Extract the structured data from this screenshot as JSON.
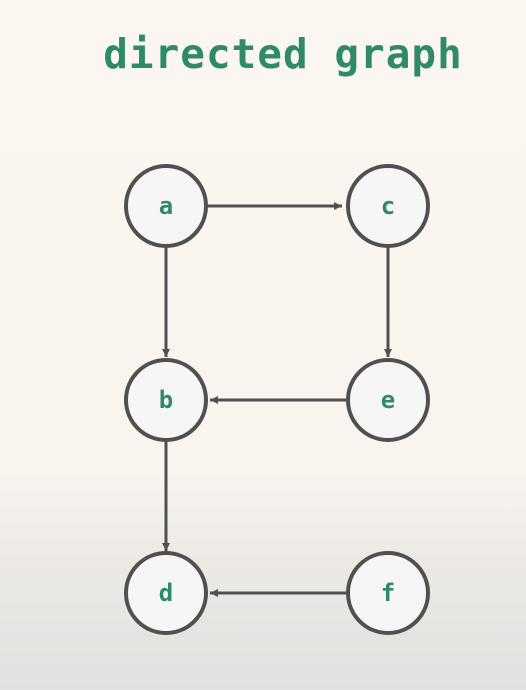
{
  "title": "directed graph",
  "colors": {
    "title": "#2f8a66",
    "node_label": "#2f8a66",
    "node_stroke": "#505050",
    "node_fill": "#f6f6f6",
    "edge": "#505050"
  },
  "nodes": [
    {
      "id": "a",
      "label": "a"
    },
    {
      "id": "c",
      "label": "c"
    },
    {
      "id": "b",
      "label": "b"
    },
    {
      "id": "e",
      "label": "e"
    },
    {
      "id": "d",
      "label": "d"
    },
    {
      "id": "f",
      "label": "f"
    }
  ],
  "edges": [
    {
      "from": "a",
      "to": "c"
    },
    {
      "from": "a",
      "to": "b"
    },
    {
      "from": "c",
      "to": "e"
    },
    {
      "from": "e",
      "to": "b"
    },
    {
      "from": "b",
      "to": "d"
    },
    {
      "from": "f",
      "to": "d"
    }
  ]
}
